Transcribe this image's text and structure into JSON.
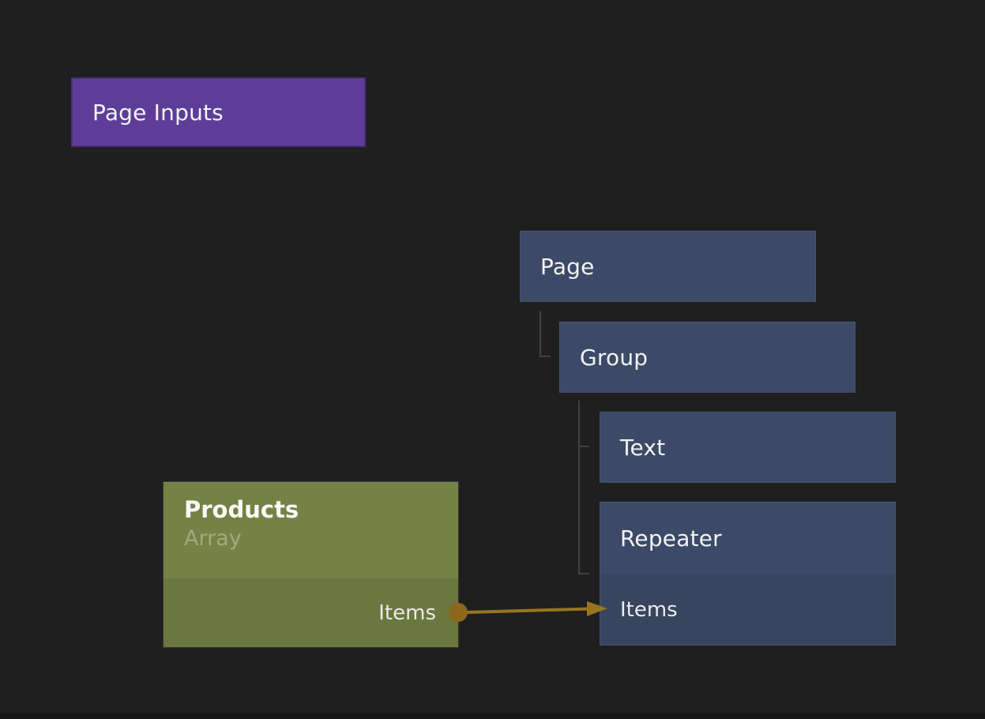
{
  "canvas": {
    "background_color": "#1f1f1f",
    "tree_line_color": "#424242"
  },
  "nodes": {
    "page_inputs": {
      "title": "Page Inputs",
      "color": "#5e3d9a"
    },
    "page": {
      "title": "Page",
      "color": "#3c4a67"
    },
    "group": {
      "title": "Group",
      "color": "#3c4a67"
    },
    "text": {
      "title": "Text",
      "color": "#3c4a67"
    },
    "repeater": {
      "title": "Repeater",
      "color": "#3c4a67",
      "port_row_color": "#38455e",
      "port": {
        "label": "Items"
      }
    },
    "products": {
      "title": "Products",
      "subtitle": "Array",
      "header_color": "#758245",
      "body_color": "#6b773e",
      "port": {
        "label": "Items"
      }
    }
  },
  "wire": {
    "color": "#97741f",
    "dot_color": "#8a671c",
    "from": "Products.Items",
    "to": "Repeater.Items"
  }
}
